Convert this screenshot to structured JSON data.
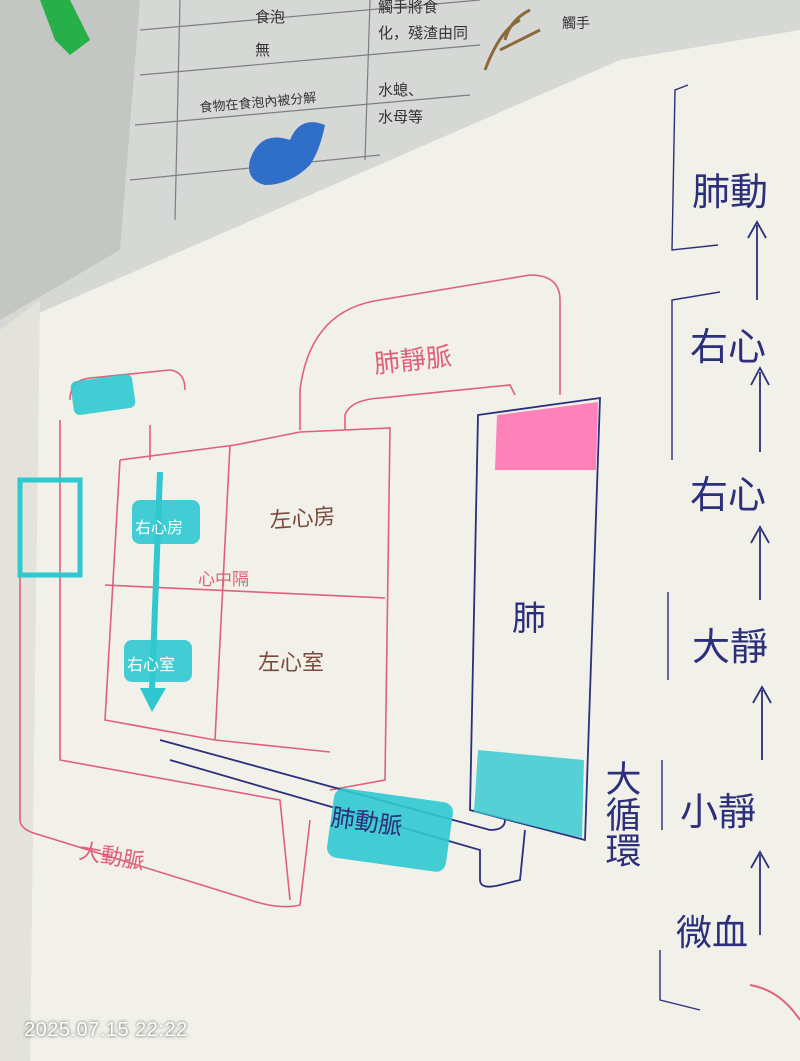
{
  "colors": {
    "paper": "#f1f1ea",
    "pink": "#e0607a",
    "pink_highlight": "#ff6fb0",
    "teal_highlight": "#2fc8d0",
    "navy_ink": "#2c2f7a",
    "brown_ink": "#7a4a3a"
  },
  "book": {
    "label_feeding": "食泡",
    "label_none": "無",
    "label_digest": "食物在食泡內被分解",
    "text_tentacle": "觸手將食",
    "text_tentacle2": "化，殘渣由同",
    "text_hydra": "水螅、",
    "text_jelly": "水母等",
    "label_tentacle": "觸手"
  },
  "diagram": {
    "pulmonary_vein": "肺靜脈",
    "left_atrium": "左心房",
    "left_ventricle": "左心室",
    "right_atrium": "右心房",
    "right_ventricle": "右心室",
    "septum": "心中隔",
    "lung": "肺",
    "pulmonary_artery": "肺動脈",
    "aorta": "大動脈"
  },
  "flow": {
    "items": [
      "肺動",
      "右心",
      "右心",
      "大靜",
      "小靜",
      "微血"
    ],
    "loop_label": "大循環"
  },
  "timestamp": "2025.07.15 22:22"
}
